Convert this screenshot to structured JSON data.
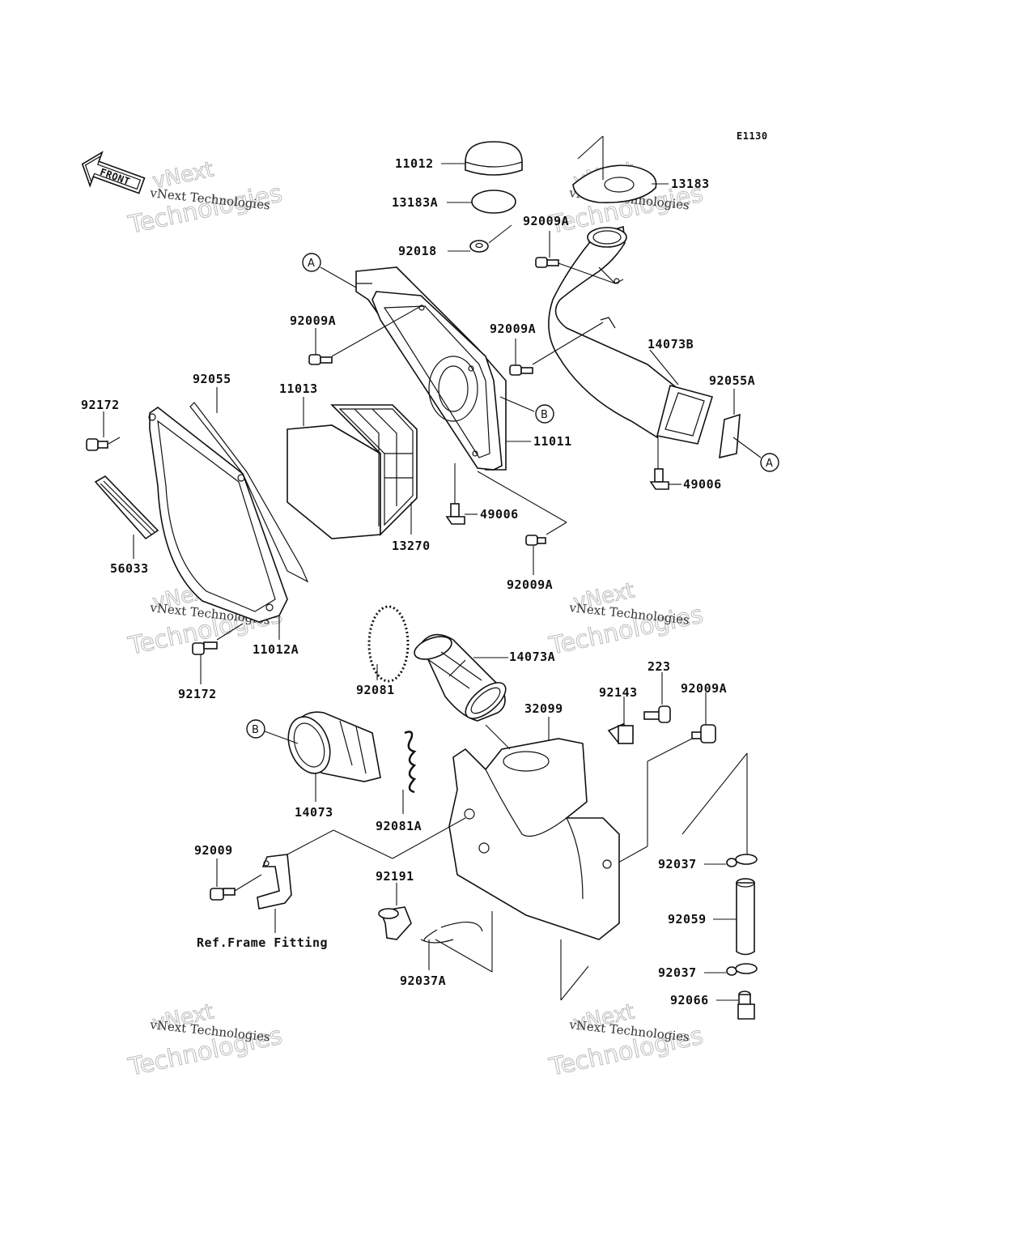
{
  "diagram_code": "E1130",
  "front_label": "FRONT",
  "watermark": {
    "line1": "vNext Technologies",
    "line2": "Technologies",
    "line3": "vNext"
  },
  "reference_note": "Ref.Frame Fitting",
  "callouts": {
    "A": "A",
    "B": "B"
  },
  "parts": {
    "p11012": "11012",
    "p13183A": "13183A",
    "p92018": "92018",
    "p13183": "13183",
    "p92009A_top": "92009A",
    "p92009A_left": "92009A",
    "p92009A_mid": "92009A",
    "p92009A_low": "92009A",
    "p92009A_right": "92009A",
    "p14073B": "14073B",
    "p92055A": "92055A",
    "p92055": "92055",
    "p11013": "11013",
    "p92172_top": "92172",
    "p11011": "11011",
    "p49006_left": "49006",
    "p49006_right": "49006",
    "p13270": "13270",
    "p56033": "56033",
    "p11012A": "11012A",
    "p92172_bot": "92172",
    "p14073A": "14073A",
    "p92081": "92081",
    "p223": "223",
    "p92143": "92143",
    "p32099": "32099",
    "p14073": "14073",
    "p92081A": "92081A",
    "p92009": "92009",
    "p92191": "92191",
    "p92037_top": "92037",
    "p92059": "92059",
    "p92037_bot": "92037",
    "p92066": "92066",
    "p92037A": "92037A"
  }
}
